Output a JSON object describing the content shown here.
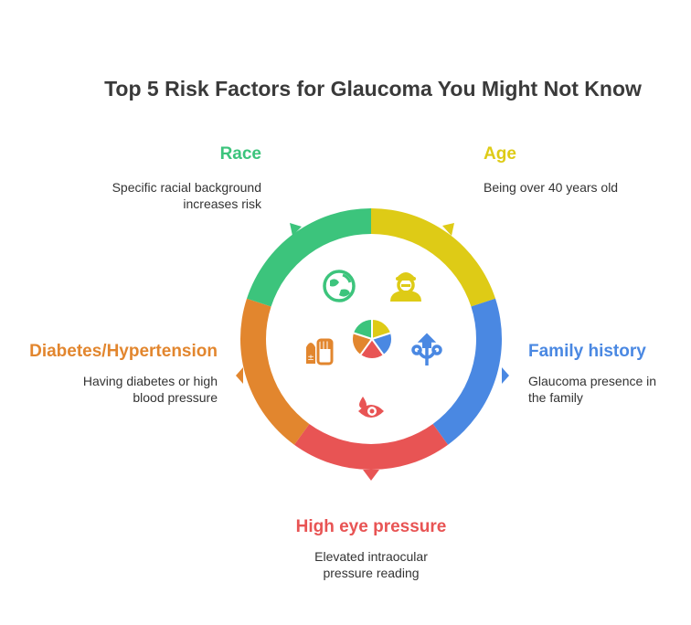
{
  "title": "Top 5 Risk Factors for Glaucoma You Might Not Know",
  "colors": {
    "race": "#3cc47c",
    "age": "#decb16",
    "family": "#4a88e2",
    "pressure": "#e85454",
    "diabetes": "#e2862e"
  },
  "factors": [
    {
      "key": "age",
      "label": "Age",
      "description": "Being over 40 years old",
      "icon": "elderly-person-icon"
    },
    {
      "key": "family",
      "label": "Family history",
      "description": "Glaucoma presence in the family",
      "icon": "family-tree-icon"
    },
    {
      "key": "pressure",
      "label": "High eye pressure",
      "description": "Elevated intraocular pressure reading",
      "icon": "eye-drop-icon"
    },
    {
      "key": "diabetes",
      "label": "Diabetes/Hypertension",
      "description": "Having diabetes or high blood pressure",
      "icon": "medical-kit-icon"
    },
    {
      "key": "race",
      "label": "Race",
      "description": "Specific racial background increases risk",
      "icon": "globe-icon"
    }
  ],
  "center_icon": "pie-chart-icon"
}
